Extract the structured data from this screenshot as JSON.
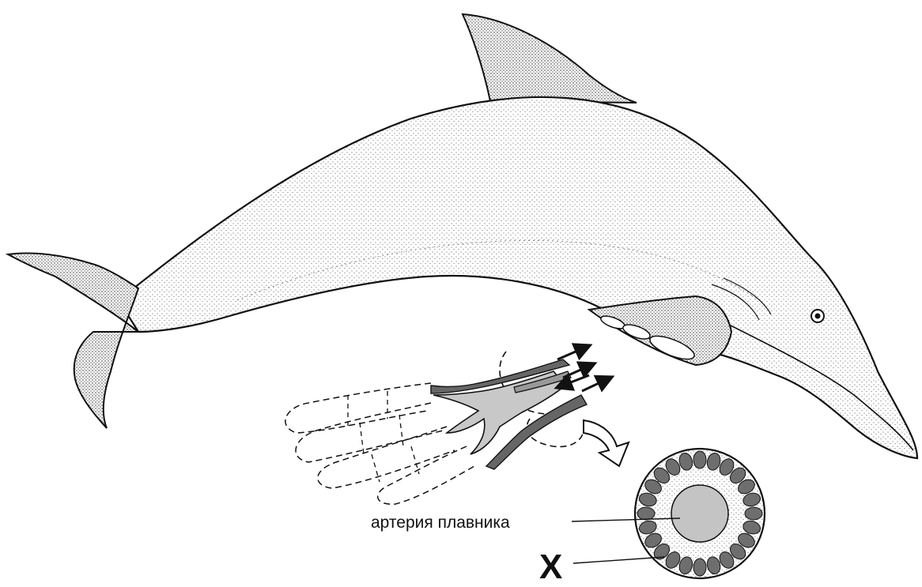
{
  "labels": {
    "artery": "артерия плавника",
    "x": "X"
  },
  "colors": {
    "outline": "#111111",
    "vessel_dark": "#555555",
    "vessel_light": "#c8c8c8",
    "artery_fill": "#c4c4c4",
    "vein_fill": "#6e6e6e",
    "stipple": "#222222"
  },
  "icons": [
    "dolphin-illustration",
    "flipper-bone-sketch",
    "direction-arrow",
    "cross-section-circle"
  ]
}
